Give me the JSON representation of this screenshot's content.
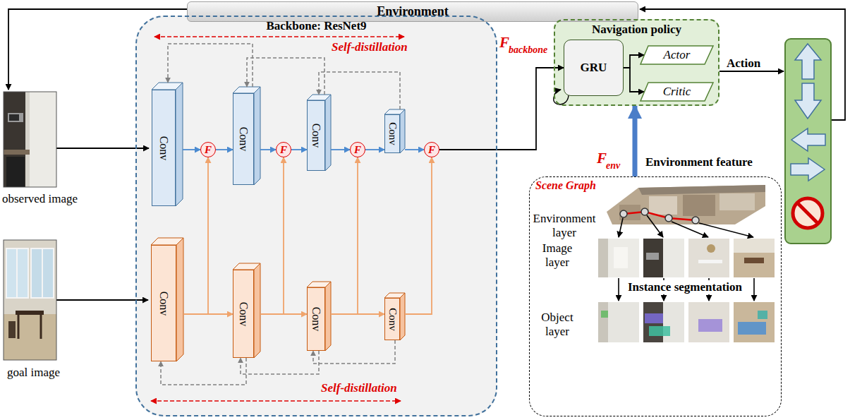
{
  "diagram": {
    "nodes": [
      {
        "text": [
          "Environment"
        ]
      },
      {
        "text": [
          "Backbone: ResNet9"
        ]
      },
      {
        "text": [
          "Conv"
        ],
        "in": 1
      },
      {
        "text": [
          "Conv"
        ],
        "in": 1
      },
      {
        "text": [
          "Conv"
        ],
        "in": 1
      },
      {
        "text": [
          "Conv"
        ],
        "in": 1
      },
      {
        "text": [
          "F"
        ],
        "in": 1
      },
      {
        "text": [
          "F"
        ],
        "in": 1
      },
      {
        "text": [
          "F"
        ],
        "in": 1
      },
      {
        "text": [
          "F"
        ],
        "in": 1
      },
      {
        "text": [
          "Conv"
        ],
        "in": 1
      },
      {
        "text": [
          "Conv"
        ],
        "in": 1
      },
      {
        "text": [
          "Conv"
        ],
        "in": 1
      },
      {
        "text": [
          "Conv"
        ],
        "in": 1
      },
      {
        "text": [
          "Navigation policy"
        ]
      },
      {
        "text": [
          "GRU"
        ],
        "in": 14
      },
      {
        "text": [
          "Actor"
        ],
        "in": 14
      },
      {
        "text": [
          "Critic"
        ],
        "in": 14
      },
      {
        "text": [
          "Scene Graph"
        ]
      }
    ],
    "edges": [
      {
        "from": 2,
        "to": 6,
        "arrow": "to"
      },
      {
        "from": 6,
        "to": 3,
        "arrow": "to"
      },
      {
        "from": 3,
        "to": 7,
        "arrow": "to"
      },
      {
        "from": 7,
        "to": 4,
        "arrow": "to"
      },
      {
        "from": 4,
        "to": 8,
        "arrow": "to"
      },
      {
        "from": 8,
        "to": 5,
        "arrow": "to"
      },
      {
        "from": 5,
        "to": 9,
        "arrow": "to"
      },
      {
        "from": 10,
        "to": 11,
        "arrow": "to"
      },
      {
        "from": 11,
        "to": 12,
        "arrow": "to"
      },
      {
        "from": 12,
        "to": 13,
        "arrow": "to"
      },
      {
        "from": 10,
        "to": 6,
        "arrow": "to"
      },
      {
        "from": 11,
        "to": 7,
        "arrow": "to"
      },
      {
        "from": 12,
        "to": 8,
        "arrow": "to"
      },
      {
        "from": 13,
        "to": 9,
        "arrow": "to"
      },
      {
        "from": 9,
        "to": 15,
        "arrow": "to"
      },
      {
        "from": 15,
        "to": 16,
        "arrow": "to"
      },
      {
        "from": 15,
        "to": 17,
        "arrow": "to"
      },
      {
        "from": 18,
        "to": 14,
        "arrow": "to"
      },
      {
        "from": 3,
        "to": 2,
        "arrow": "to"
      },
      {
        "from": 4,
        "to": 3,
        "arrow": "to"
      },
      {
        "from": 5,
        "to": 4,
        "arrow": "to"
      },
      {
        "from": 11,
        "to": 10,
        "arrow": "to"
      },
      {
        "from": 12,
        "to": 11,
        "arrow": "to"
      },
      {
        "from": 13,
        "to": 12,
        "arrow": "to"
      }
    ],
    "labels": [
      "Self-distillation",
      "Self-distillation",
      "observed image",
      "goal image",
      "F",
      "backbone",
      "Action",
      "F",
      "env",
      "Environment feature",
      "Environment layer",
      "Image layer",
      "Instance segmentation",
      "Object layer"
    ]
  }
}
